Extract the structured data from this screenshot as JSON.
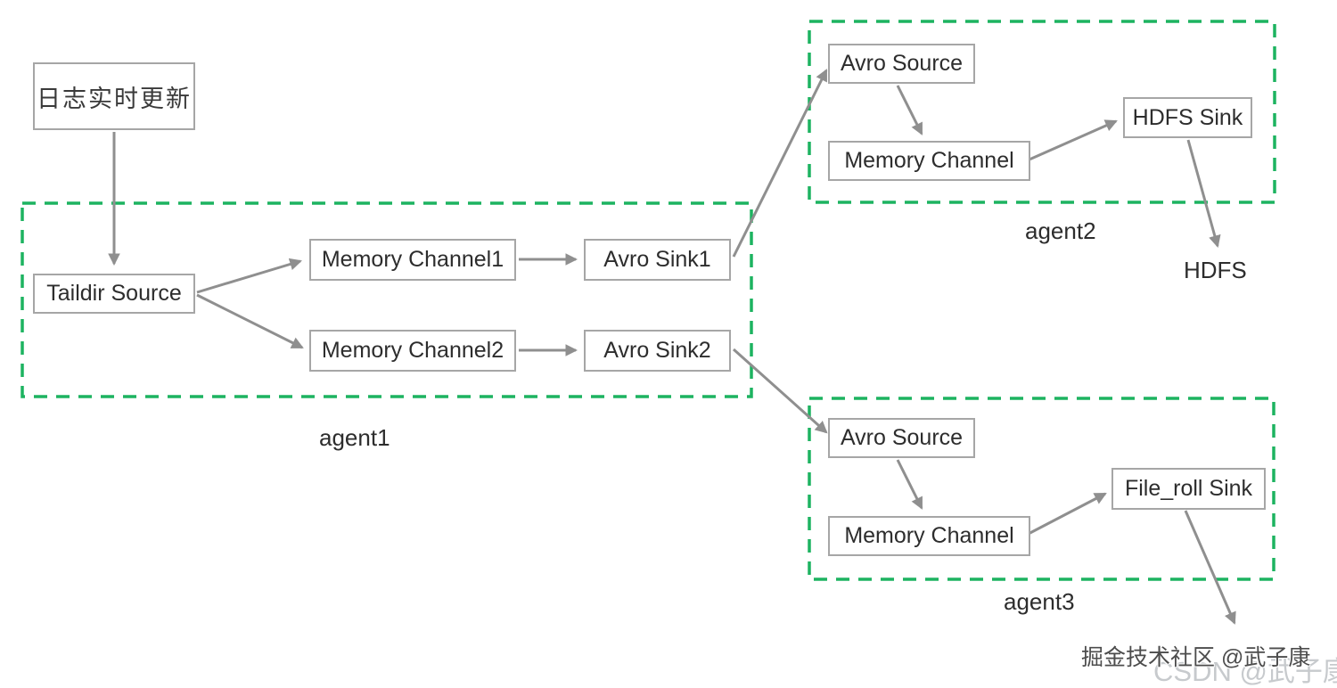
{
  "external": {
    "log_input_label": "日志实时更新",
    "hdfs_label": "HDFS"
  },
  "agent1": {
    "label": "agent1",
    "nodes": {
      "taildir_source": "Taildir Source",
      "memory_channel1": "Memory Channel1",
      "memory_channel2": "Memory Channel2",
      "avro_sink1": "Avro Sink1",
      "avro_sink2": "Avro Sink2"
    }
  },
  "agent2": {
    "label": "agent2",
    "nodes": {
      "avro_source": "Avro Source",
      "memory_channel": "Memory Channel",
      "hdfs_sink": "HDFS Sink"
    }
  },
  "agent3": {
    "label": "agent3",
    "nodes": {
      "avro_source": "Avro Source",
      "memory_channel": "Memory Channel",
      "file_roll_sink": "File_roll Sink"
    }
  },
  "flows": [
    {
      "from": "日志实时更新",
      "to": "Taildir Source"
    },
    {
      "from": "Taildir Source",
      "to": "Memory Channel1"
    },
    {
      "from": "Taildir Source",
      "to": "Memory Channel2"
    },
    {
      "from": "Memory Channel1",
      "to": "Avro Sink1"
    },
    {
      "from": "Memory Channel2",
      "to": "Avro Sink2"
    },
    {
      "from": "Avro Sink1",
      "to": "agent2 Avro Source"
    },
    {
      "from": "Avro Sink2",
      "to": "agent3 Avro Source"
    },
    {
      "from": "agent2 Avro Source",
      "to": "agent2 Memory Channel"
    },
    {
      "from": "agent2 Memory Channel",
      "to": "HDFS Sink"
    },
    {
      "from": "HDFS Sink",
      "to": "HDFS"
    },
    {
      "from": "agent3 Avro Source",
      "to": "agent3 Memory Channel"
    },
    {
      "from": "agent3 Memory Channel",
      "to": "File_roll Sink"
    },
    {
      "from": "File_roll Sink",
      "to": null
    }
  ],
  "watermark": {
    "primary": "掘金技术社区 @武子康",
    "secondary": "CSDN @武子康"
  },
  "colors": {
    "group_border": "#1db360",
    "arrow": "#8f8f8f",
    "node_border": "#a6a6a6",
    "node_text": "#2d2d2d",
    "watermark_dark": "#4c4c4c",
    "watermark_light": "#c7cacd"
  }
}
